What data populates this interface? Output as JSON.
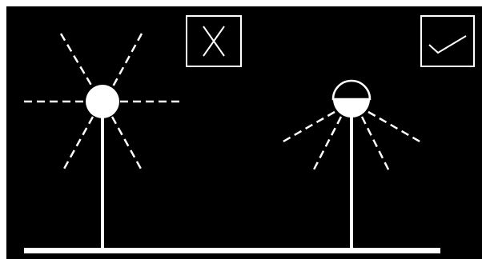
{
  "diagram": {
    "colors": {
      "background": "#000000",
      "frame": "#ffffff",
      "foreground": "#ffffff"
    },
    "left_lamp": {
      "description_icon": "sun-ball-lamp",
      "light_direction": "all directions",
      "verdict_icon": "cross-mark-icon",
      "verdict": "incorrect"
    },
    "right_lamp": {
      "description_icon": "shielded-downward-lamp",
      "light_direction": "downward",
      "verdict_icon": "check-mark-icon",
      "verdict": "correct"
    }
  }
}
